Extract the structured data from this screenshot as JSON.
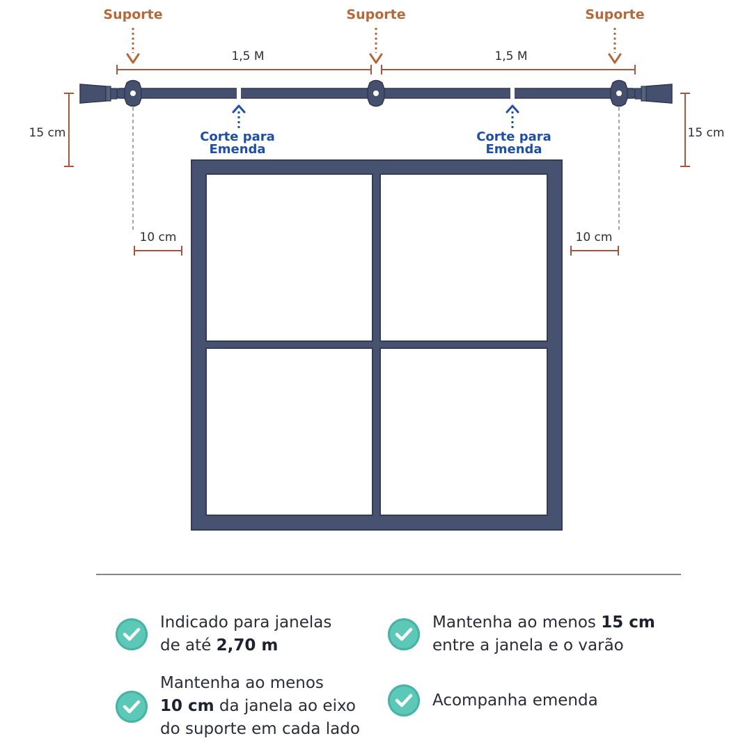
{
  "labels": {
    "support_left": "Suporte",
    "support_center": "Suporte",
    "support_right": "Suporte",
    "span_left": "1,5 M",
    "span_right": "1,5 M",
    "height_left": "15 cm",
    "height_right": "15 cm",
    "offset_left": "10 cm",
    "offset_right": "10 cm",
    "cut_left_line1": "Corte para",
    "cut_left_line2": "Emenda",
    "cut_right_line1": "Corte para",
    "cut_right_line2": "Emenda"
  },
  "features": [
    {
      "line1": "Indicado para janelas",
      "line2_pre": "de até ",
      "line2_bold": "2,70 m"
    },
    {
      "line1_pre": "Mantenha ao menos ",
      "line1_bold": "15 cm",
      "line2": "entre a janela e o varão"
    },
    {
      "line1": "Mantenha ao menos",
      "line2_bold": "10 cm",
      "line2_post": " da janela ao eixo",
      "line3": "do suporte em cada lado"
    },
    {
      "line1": "Acompanha emenda"
    }
  ],
  "colors": {
    "rod": "#44506e",
    "frame": "#46526f",
    "support_label": "#b5683a",
    "cut_label": "#1f4fa3",
    "check": "#5cc9b8"
  }
}
